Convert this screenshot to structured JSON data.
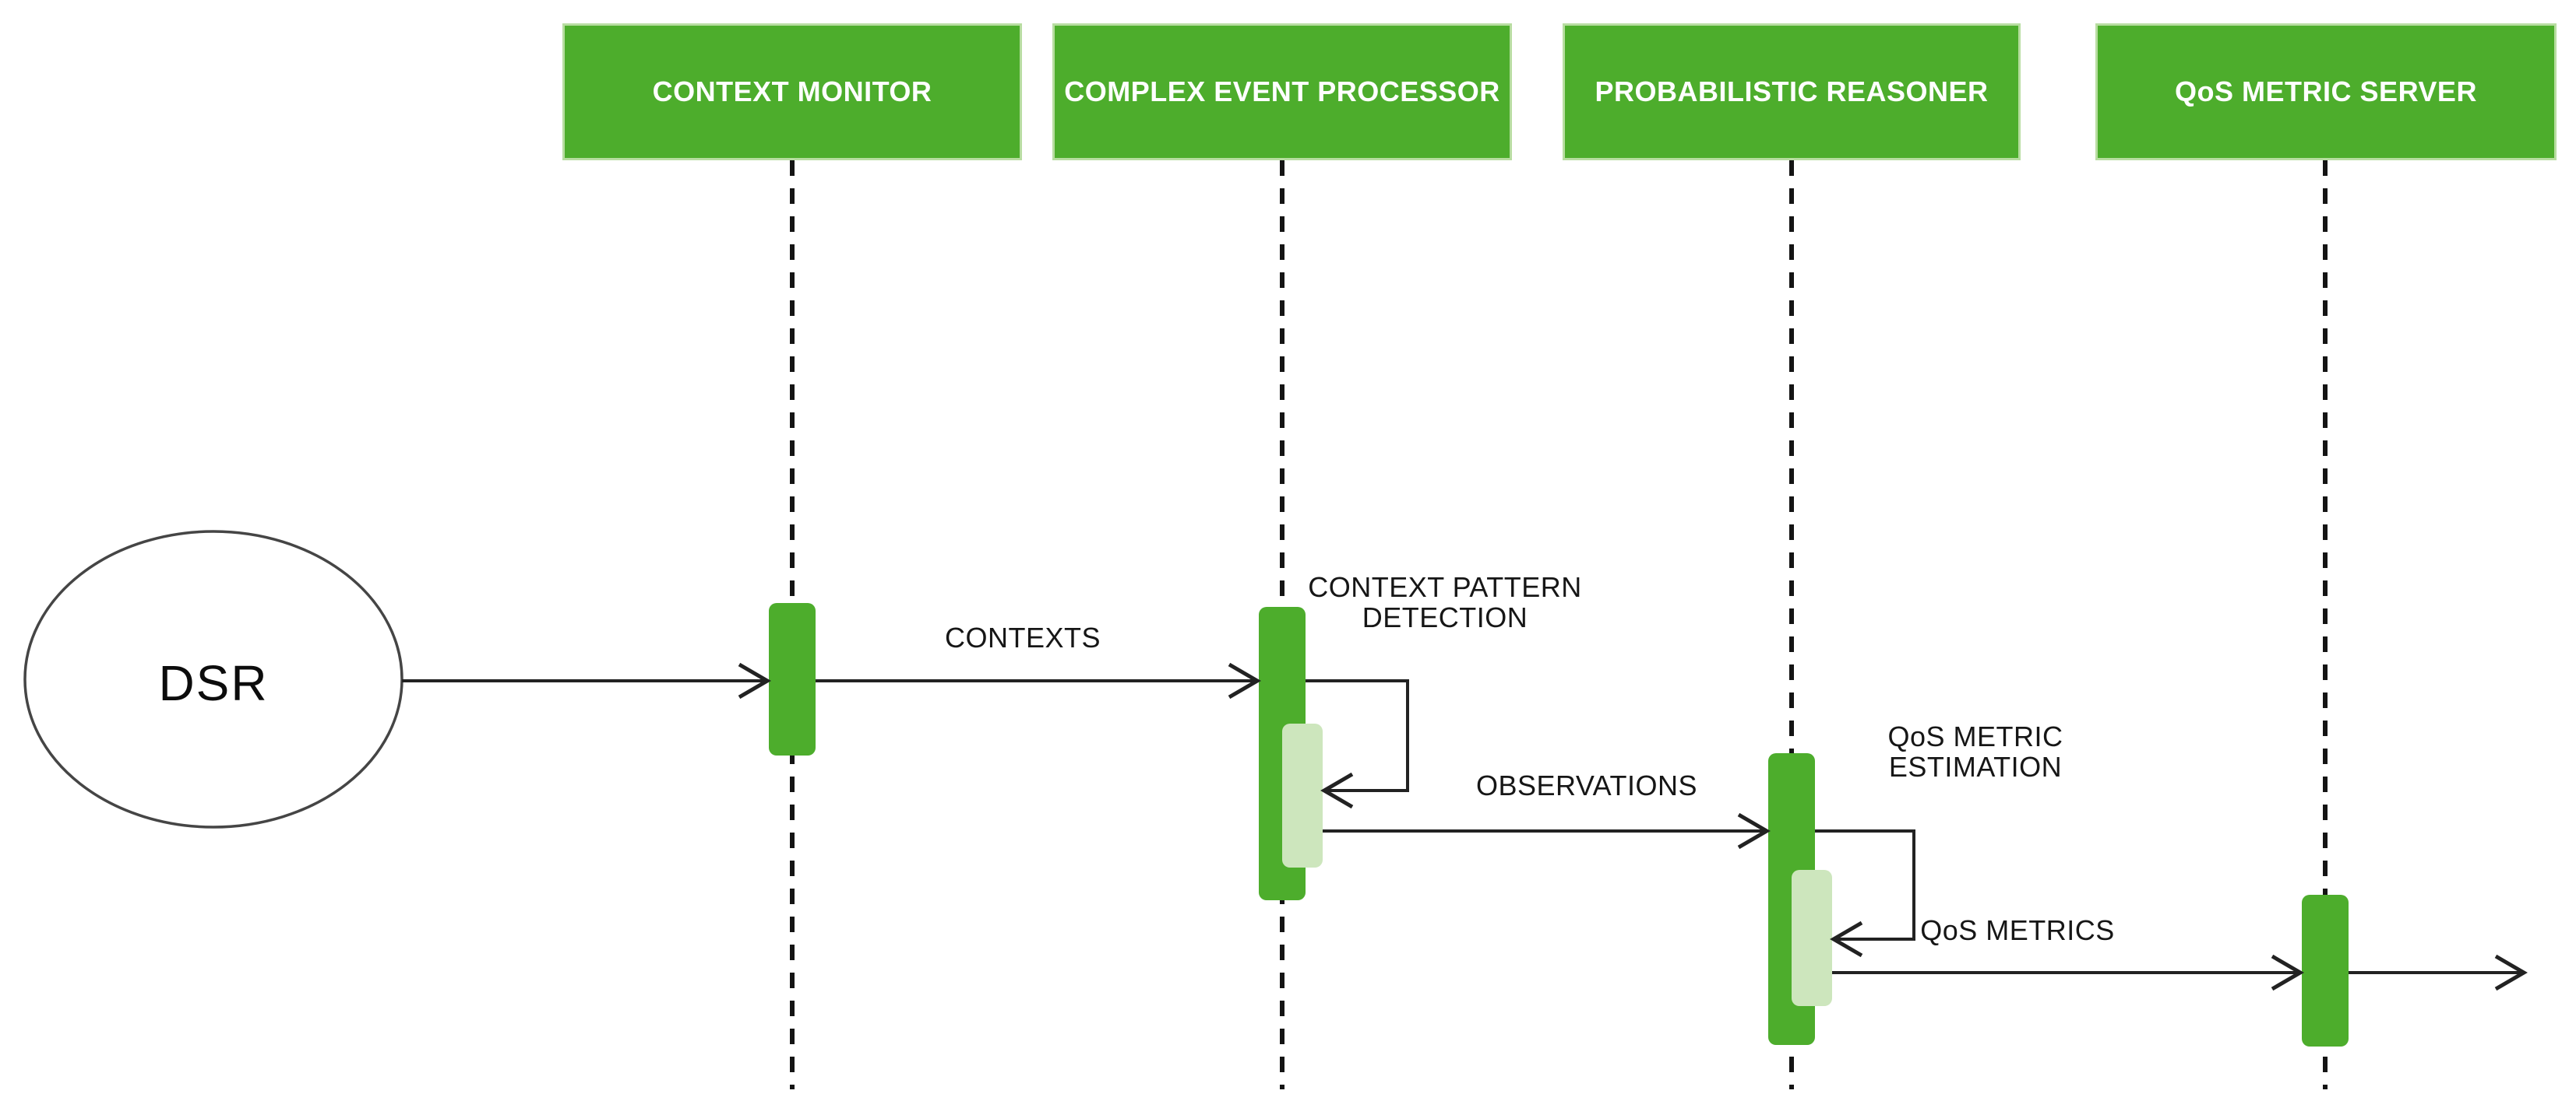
{
  "diagram": {
    "type": "uml-sequence",
    "background": "#ffffff",
    "colors": {
      "actor_fill": "#4dad2c",
      "actor_border": "#b8dda1",
      "activation_fill": "#4dad2c",
      "activation_inner_fill": "#cde6bd",
      "header_text": "#ffffff",
      "label_text": "#161616",
      "line": "#222222",
      "lifeline": "#141414",
      "ellipse_stroke": "#454545"
    },
    "participants": [
      {
        "label": "CONTEXT MONITOR"
      },
      {
        "label": "COMPLEX EVENT PROCESSOR"
      },
      {
        "label": "PROBABILISTIC REASONER"
      },
      {
        "label": "QoS METRIC SERVER"
      }
    ],
    "external_actor": {
      "label": "DSR"
    },
    "messages": {
      "contexts": {
        "label": "CONTEXTS"
      },
      "context_pattern_detection": {
        "line1": "CONTEXT PATTERN",
        "line2": "DETECTION"
      },
      "observations": {
        "label": "OBSERVATIONS"
      },
      "qos_metric_estimation": {
        "line1": "QoS METRIC",
        "line2": "ESTIMATION"
      },
      "qos_metrics": {
        "label": "QoS METRICS"
      }
    }
  }
}
